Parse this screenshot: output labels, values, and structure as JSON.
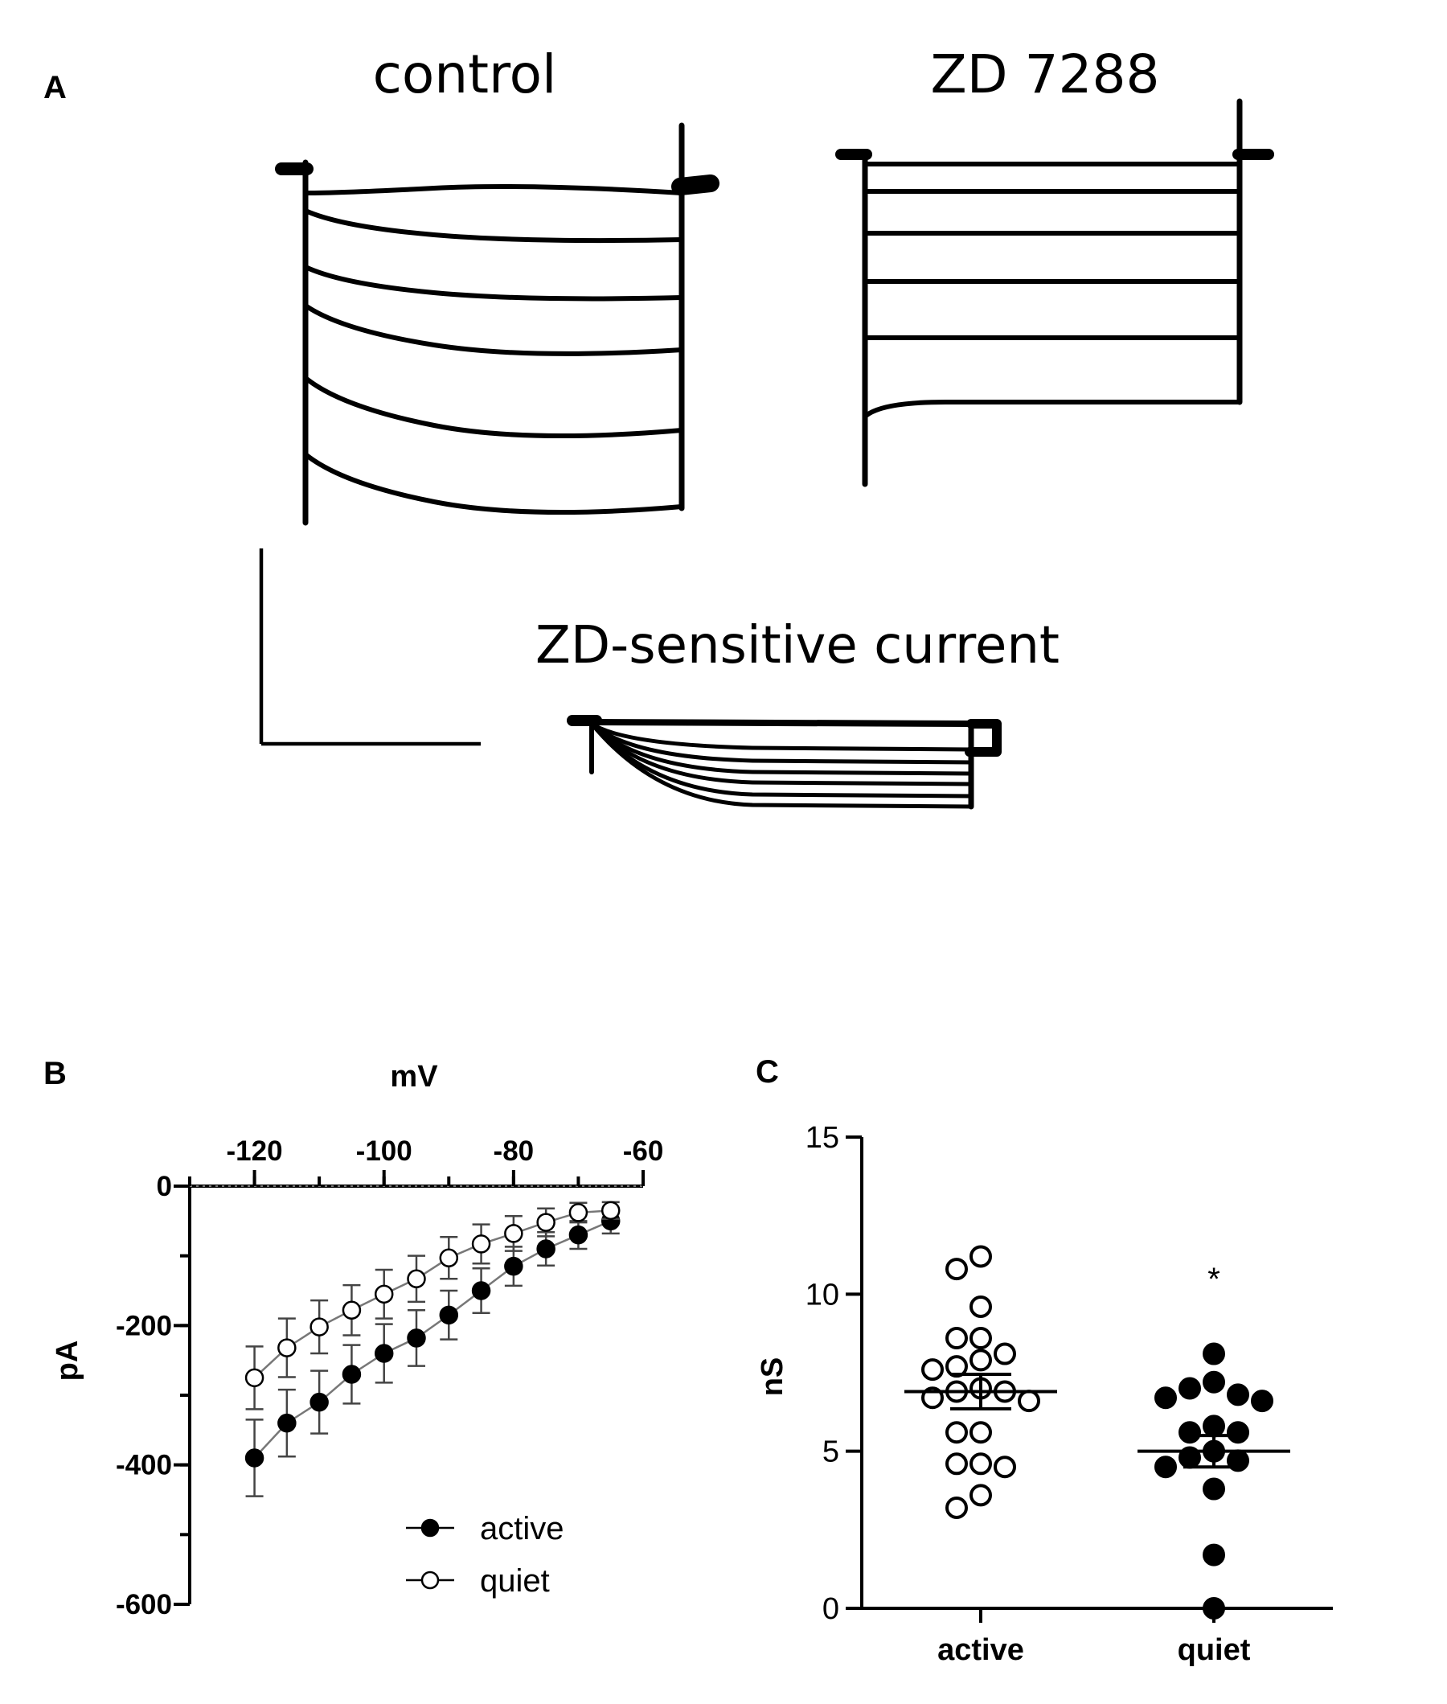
{
  "panels": {
    "a": {
      "letter": "A",
      "control_title": "control",
      "zd_title": "ZD 7288",
      "subtracted_title": "ZD-sensitive current"
    },
    "b": {
      "letter": "B"
    },
    "c": {
      "letter": "C"
    }
  },
  "colors": {
    "ink": "#000000",
    "background": "#ffffff",
    "zero_line": "#777777"
  },
  "chart_data": [
    {
      "panel": "A",
      "type": "line",
      "description_values": {
        "control_sweeps": 6,
        "zd7288_sweeps": 6,
        "subtracted_sweeps": 6
      }
    },
    {
      "panel": "B",
      "type": "line",
      "xlabel": "mV",
      "ylabel": "pA",
      "xlim": [
        -130,
        -60
      ],
      "ylim": [
        -600,
        0
      ],
      "x_axis_position": "top",
      "xticks": [
        -120,
        -100,
        -80,
        -60
      ],
      "yticks": [
        0,
        -200,
        -400,
        -600
      ],
      "zero_line": "dotted",
      "legend_position": "bottom-right",
      "x": [
        -120,
        -115,
        -110,
        -105,
        -100,
        -95,
        -90,
        -85,
        -80,
        -75,
        -70,
        -65
      ],
      "series": [
        {
          "name": "active",
          "marker": "filled-circle",
          "values": [
            -390,
            -340,
            -310,
            -270,
            -240,
            -218,
            -185,
            -150,
            -115,
            -90,
            -70,
            -50
          ],
          "errors": [
            55,
            48,
            45,
            42,
            42,
            40,
            35,
            32,
            28,
            24,
            20,
            18
          ]
        },
        {
          "name": "quiet",
          "marker": "open-circle",
          "values": [
            -275,
            -232,
            -202,
            -178,
            -155,
            -133,
            -103,
            -83,
            -68,
            -52,
            -38,
            -35
          ],
          "errors": [
            45,
            42,
            38,
            36,
            35,
            33,
            30,
            28,
            25,
            20,
            14,
            12
          ]
        }
      ]
    },
    {
      "panel": "C",
      "type": "scatter",
      "ylabel": "nS",
      "ylim": [
        0,
        15
      ],
      "yticks": [
        0,
        5,
        10,
        15
      ],
      "categories": [
        "active",
        "quiet"
      ],
      "significance": "*",
      "series": [
        {
          "name": "active",
          "marker": "open-circle",
          "mean": 6.9,
          "sem": 0.55,
          "points": [
            11.2,
            10.8,
            9.6,
            8.6,
            8.6,
            8.1,
            7.9,
            7.7,
            7.6,
            7.0,
            6.9,
            6.9,
            6.7,
            6.6,
            5.6,
            5.6,
            4.6,
            4.6,
            4.5,
            3.6,
            3.2
          ]
        },
        {
          "name": "quiet",
          "marker": "filled-circle",
          "mean": 5.0,
          "sem": 0.5,
          "points": [
            8.1,
            7.2,
            7.0,
            6.8,
            6.7,
            6.6,
            5.8,
            5.6,
            5.6,
            5.0,
            4.8,
            4.7,
            4.5,
            3.8,
            1.7,
            0.0
          ]
        }
      ]
    }
  ]
}
